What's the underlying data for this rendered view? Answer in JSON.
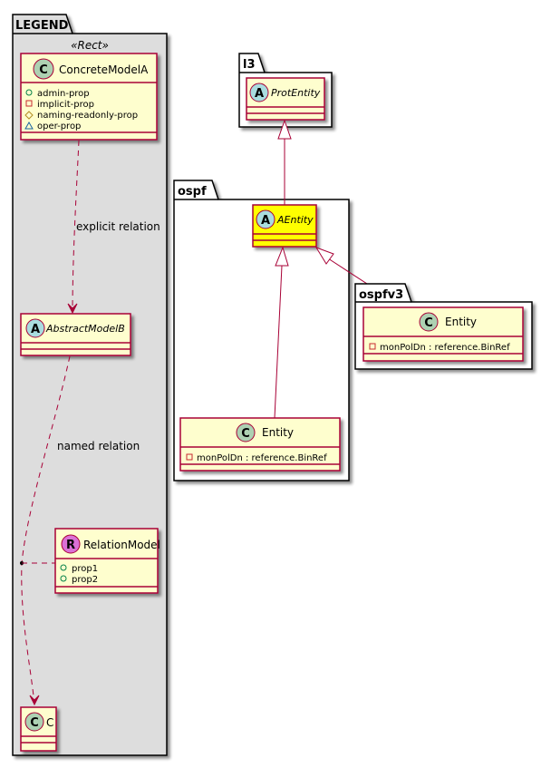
{
  "colors": {
    "class_fill": "#FEFECE",
    "highlight_fill": "#FFFF00",
    "border": "#A80036",
    "legend_fill": "#DDDDDD",
    "circle_class": "#ADD1B2",
    "circle_abstract": "#A9DCDF",
    "circle_relation": "#DA70D6"
  },
  "legend": {
    "package_name": "LEGEND",
    "stereotype": "«Rect»",
    "concrete": {
      "glyph": "C",
      "name": "ConcreteModelA",
      "attributes": [
        {
          "visibility": "public",
          "icon": "circle-icon",
          "text": "admin-prop"
        },
        {
          "visibility": "private",
          "icon": "square-icon",
          "text": "implicit-prop"
        },
        {
          "visibility": "protected",
          "icon": "diamond-icon",
          "text": "naming-readonly-prop"
        },
        {
          "visibility": "package",
          "icon": "triangle-icon",
          "text": "oper-prop"
        }
      ]
    },
    "explicit_label": "explicit relation",
    "abstract": {
      "glyph": "A",
      "name": "AbstractModelB"
    },
    "named_label": "named relation",
    "relation": {
      "glyph": "R",
      "name": "RelationModel",
      "attributes": [
        {
          "visibility": "public",
          "icon": "circle-icon",
          "text": "prop1"
        },
        {
          "visibility": "public",
          "icon": "circle-icon",
          "text": "prop2"
        }
      ]
    },
    "target": {
      "glyph": "C",
      "name": "C"
    }
  },
  "packages": {
    "l3": {
      "name": "l3",
      "class": {
        "glyph": "A",
        "name": "ProtEntity"
      }
    },
    "ospf": {
      "name": "ospf",
      "abstract": {
        "glyph": "A",
        "name": "AEntity"
      },
      "entity": {
        "glyph": "C",
        "name": "Entity",
        "attributes": [
          {
            "visibility": "private",
            "icon": "square-icon",
            "text": "monPolDn : reference.BinRef"
          }
        ]
      }
    },
    "ospfv3": {
      "name": "ospfv3",
      "entity": {
        "glyph": "C",
        "name": "Entity",
        "attributes": [
          {
            "visibility": "private",
            "icon": "square-icon",
            "text": "monPolDn : reference.BinRef"
          }
        ]
      }
    }
  }
}
